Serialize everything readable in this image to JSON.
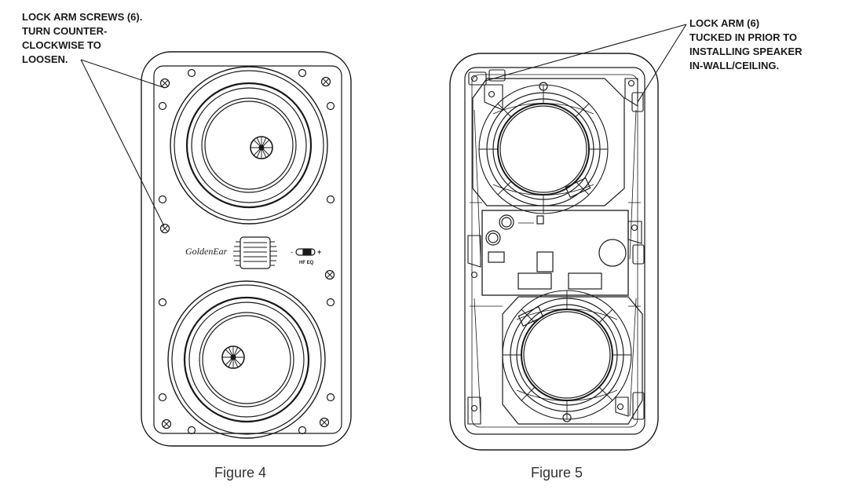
{
  "callouts": {
    "lock_arm_screws": {
      "lines": [
        "LOCK ARM SCREWS (6).",
        "TURN COUNTER-",
        "CLOCKWISE TO",
        "LOOSEN."
      ]
    },
    "lock_arm": {
      "lines": [
        "LOCK ARM (6)",
        "TUCKED IN PRIOR TO",
        "INSTALLING SPEAKER",
        "IN-WALL/CEILING."
      ]
    }
  },
  "figure4": {
    "caption": "Figure 4",
    "brand_logo_text": "GoldenEar",
    "hf_eq_label": "HF EQ",
    "hf_eq_minus": "-",
    "hf_eq_plus": "+"
  },
  "figure5": {
    "caption": "Figure 5"
  },
  "colors": {
    "line": "#1a1a1a",
    "background": "#ffffff"
  }
}
